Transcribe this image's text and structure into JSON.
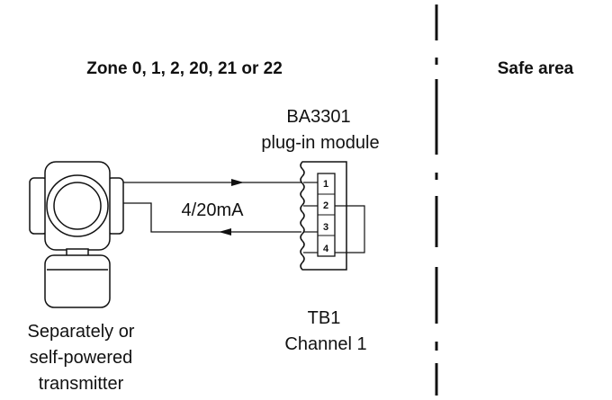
{
  "zones": {
    "hazardous": "Zone 0, 1, 2, 20, 21 or 22",
    "safe": "Safe area"
  },
  "module": {
    "name": "BA3301",
    "description": "plug-in module"
  },
  "signal": {
    "label": "4/20mA"
  },
  "terminal_block": {
    "name": "TB1",
    "channel": "Channel 1",
    "pins": [
      "1",
      "2",
      "3",
      "4"
    ]
  },
  "transmitter": {
    "line1": "Separately or",
    "line2": "self-powered",
    "line3": "transmitter"
  }
}
